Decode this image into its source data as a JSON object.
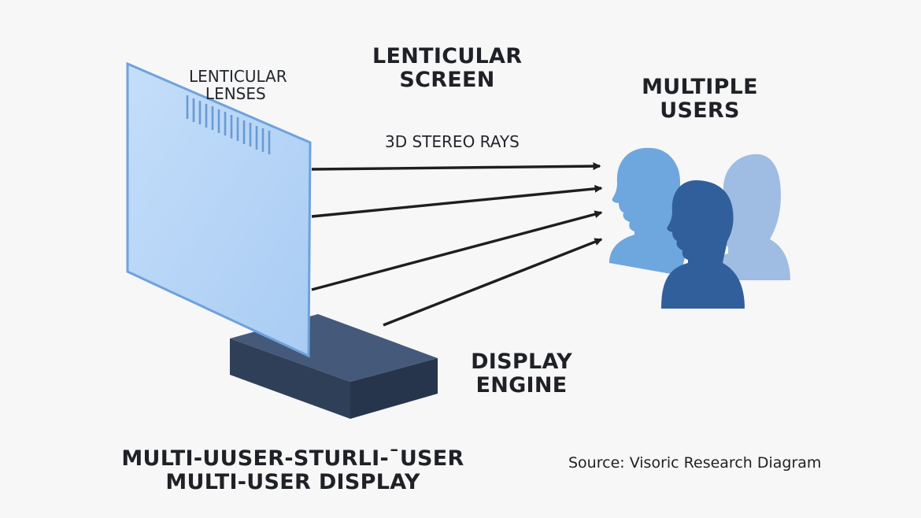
{
  "labels": {
    "lenses": [
      "LENTICULAR",
      "LENSES"
    ],
    "screen": [
      "LENTICULAR",
      "SCREEN"
    ],
    "rays": "3D STEREO RAYS",
    "users": [
      "MULTIPLE",
      "USERS"
    ],
    "engine": [
      "DISPLAY",
      "ENGINE"
    ],
    "caption": [
      "MULTI-UUSER-STURLI-¯USER",
      "MULTI-USER DISPLAY"
    ],
    "source": "Source: Visoric Research Diagram"
  },
  "colors": {
    "screen_fill": "#b7d6f7",
    "screen_edge": "#6ea2dc",
    "base_top": "#45597a",
    "base_front": "#2e3e57",
    "base_side": "#253349",
    "arrow": "#1e1e1e",
    "user_light": "#6ea7de",
    "user_dark": "#315f9c",
    "user_pale": "#9fbde3"
  }
}
